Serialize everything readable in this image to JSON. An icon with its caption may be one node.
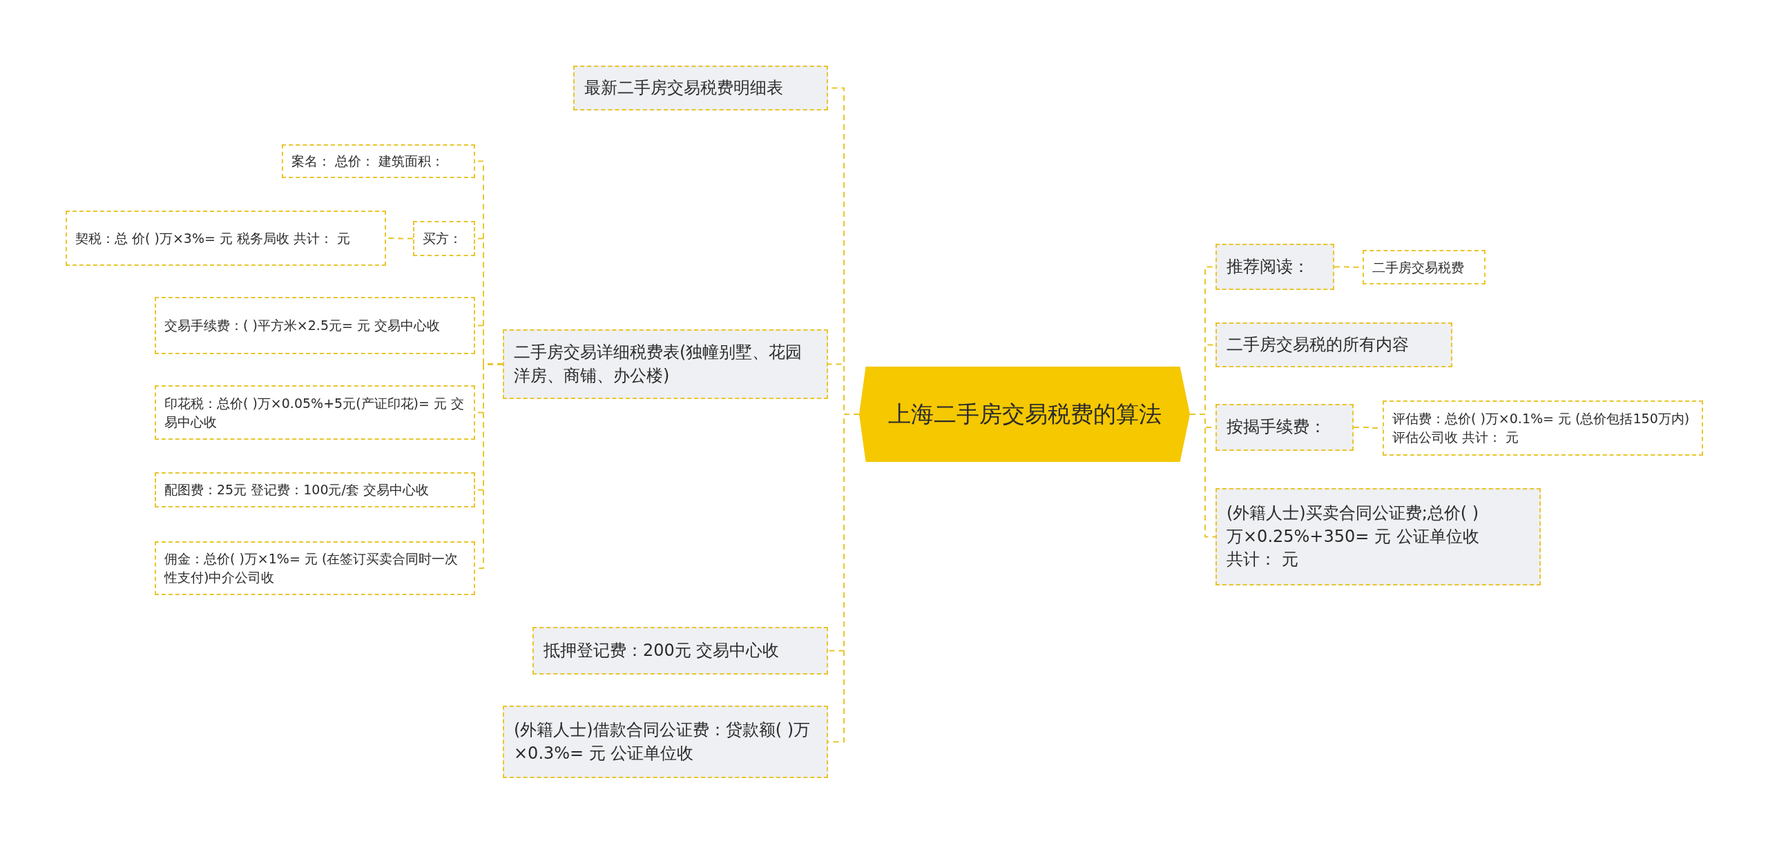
{
  "diagram": {
    "nodes": [
      {
        "text": [
          "上海二手房交易税费的算法"
        ]
      },
      {
        "text": [
          "最新二手房交易税费明细表"
        ]
      },
      {
        "text": [
          "二手房交易详细税费表(独幢别墅、花园洋房、商铺、办公楼)"
        ]
      },
      {
        "text": [
          "案名： 总价： 建筑面积："
        ]
      },
      {
        "text": [
          "买方："
        ]
      },
      {
        "text": [
          "契税：总 价( )万×3%= 元 税务局收 共计： 元"
        ]
      },
      {
        "text": [
          "交易手续费：( )平方米×2.5元= 元 交易中心收"
        ]
      },
      {
        "text": [
          "印花税：总价( )万×0.05%+5元(产证印花)= 元 交易中心收"
        ]
      },
      {
        "text": [
          "配图费：25元 登记费：100元/套 交易中心收"
        ]
      },
      {
        "text": [
          "佣金：总价( )万×1%= 元 (在签订买卖合同时一次性支付)中介公司收"
        ]
      },
      {
        "text": [
          "抵押登记费：200元 交易中心收"
        ]
      },
      {
        "text": [
          "(外籍人士)借款合同公证费：贷款额( )万×0.3%= 元 公证单位收"
        ]
      },
      {
        "text": [
          "推荐阅读："
        ]
      },
      {
        "text": [
          "二手房交易税费"
        ]
      },
      {
        "text": [
          "二手房交易税的所有内容"
        ]
      },
      {
        "text": [
          "按揭手续费："
        ]
      },
      {
        "text": [
          "评估费：总价( )万×0.1%= 元 (总价包括150万内) 评估公司收 共计： 元"
        ]
      },
      {
        "text": [
          "(外籍人士)买卖合同公证费;总价( )万×0.25%+350= 元 公证单位收共计： 元"
        ]
      }
    ],
    "edges": [
      {
        "from": 0,
        "to": 1,
        "arrow": "none"
      },
      {
        "from": 0,
        "to": 2,
        "arrow": "none"
      },
      {
        "from": 2,
        "to": 3,
        "arrow": "none"
      },
      {
        "from": 2,
        "to": 4,
        "arrow": "none"
      },
      {
        "from": 4,
        "to": 5,
        "arrow": "none"
      },
      {
        "from": 2,
        "to": 6,
        "arrow": "none"
      },
      {
        "from": 2,
        "to": 7,
        "arrow": "none"
      },
      {
        "from": 2,
        "to": 8,
        "arrow": "none"
      },
      {
        "from": 2,
        "to": 9,
        "arrow": "none"
      },
      {
        "from": 0,
        "to": 10,
        "arrow": "none"
      },
      {
        "from": 0,
        "to": 11,
        "arrow": "none"
      },
      {
        "from": 0,
        "to": 12,
        "arrow": "none"
      },
      {
        "from": 12,
        "to": 13,
        "arrow": "none"
      },
      {
        "from": 0,
        "to": 14,
        "arrow": "none"
      },
      {
        "from": 0,
        "to": 15,
        "arrow": "none"
      },
      {
        "from": 15,
        "to": 16,
        "arrow": "none"
      },
      {
        "from": 0,
        "to": 17,
        "arrow": "none"
      }
    ]
  }
}
